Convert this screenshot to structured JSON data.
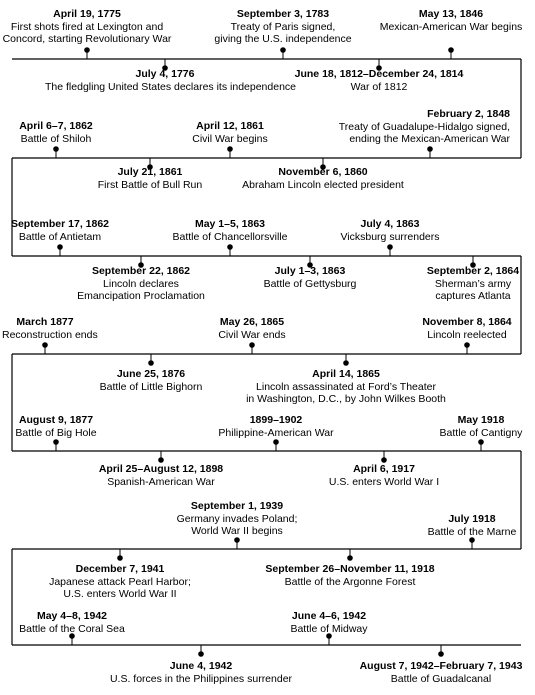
{
  "rows": [
    {
      "events": [
        {
          "date": "April 19, 1775",
          "lines": [
            "First shots fired at Lexington and",
            "Concord, starting Revolutionary War"
          ]
        },
        {
          "date": "September 3, 1783",
          "lines": [
            "Treaty of Paris signed,",
            "giving the U.S. independence"
          ]
        },
        {
          "date": "May 13, 1846",
          "lines": [
            "Mexican-American War begins"
          ]
        },
        {
          "date": "July 4, 1776",
          "lines": [
            "The fledgling United States declares its independence"
          ]
        },
        {
          "date": "June 18, 1812–December 24, 1814",
          "lines": [
            "War of 1812"
          ]
        }
      ]
    },
    {
      "events": [
        {
          "date": "April 6–7, 1862",
          "lines": [
            "Battle of Shiloh"
          ]
        },
        {
          "date": "April 12, 1861",
          "lines": [
            "Civil War begins"
          ]
        },
        {
          "date": "February 2, 1848",
          "lines": [
            "Treaty of Guadalupe-Hidalgo signed,",
            "ending the Mexican-American War"
          ]
        },
        {
          "date": "July 21, 1861",
          "lines": [
            "First Battle of Bull Run"
          ]
        },
        {
          "date": "November 6, 1860",
          "lines": [
            "Abraham Lincoln elected president"
          ]
        }
      ]
    },
    {
      "events": [
        {
          "date": "September 17, 1862",
          "lines": [
            "Battle of Antietam"
          ]
        },
        {
          "date": "May 1–5, 1863",
          "lines": [
            "Battle of Chancellorsville"
          ]
        },
        {
          "date": "July 4, 1863",
          "lines": [
            "Vicksburg surrenders"
          ]
        },
        {
          "date": "September 22, 1862",
          "lines": [
            "Lincoln declares",
            "Emancipation Proclamation"
          ]
        },
        {
          "date": "July 1–3, 1863",
          "lines": [
            "Battle of Gettysburg"
          ]
        },
        {
          "date": "September 2, 1864",
          "lines": [
            "Sherman’s army",
            "captures Atlanta"
          ]
        }
      ]
    },
    {
      "events": [
        {
          "date": "March 1877",
          "lines": [
            "Reconstruction ends"
          ]
        },
        {
          "date": "May 26, 1865",
          "lines": [
            "Civil War ends"
          ]
        },
        {
          "date": "November 8, 1864",
          "lines": [
            "Lincoln reelected"
          ]
        },
        {
          "date": "June 25, 1876",
          "lines": [
            "Battle of Little Bighorn"
          ]
        },
        {
          "date": "April 14, 1865",
          "lines": [
            "Lincoln assassinated at Ford’s Theater",
            "in Washington, D.C., by John Wilkes Booth"
          ]
        }
      ]
    },
    {
      "events": [
        {
          "date": "August 9, 1877",
          "lines": [
            "Battle of Big Hole"
          ]
        },
        {
          "date": "1899–1902",
          "lines": [
            "Philippine-American War"
          ]
        },
        {
          "date": "May 1918",
          "lines": [
            "Battle of Cantigny"
          ]
        },
        {
          "date": "April 25–August 12, 1898",
          "lines": [
            "Spanish-American War"
          ]
        },
        {
          "date": "April 6, 1917",
          "lines": [
            "U.S. enters World War I"
          ]
        }
      ]
    },
    {
      "events": [
        {
          "date": "September 1, 1939",
          "lines": [
            "Germany invades Poland;",
            "World War II begins"
          ]
        },
        {
          "date": "July 1918",
          "lines": [
            "Battle of the Marne"
          ]
        },
        {
          "date": "December 7, 1941",
          "lines": [
            "Japanese attack Pearl Harbor;",
            "U.S. enters World War II"
          ]
        },
        {
          "date": "September 26–November 11, 1918",
          "lines": [
            "Battle of the Argonne Forest"
          ]
        }
      ]
    },
    {
      "events": [
        {
          "date": "May 4–8, 1942",
          "lines": [
            "Battle of the Coral Sea"
          ]
        },
        {
          "date": "June 4–6, 1942",
          "lines": [
            "Battle of Midway"
          ]
        },
        {
          "date": "June 4, 1942",
          "lines": [
            "U.S. forces in the Philippines surrender"
          ]
        },
        {
          "date": "August 7, 1942–February 7, 1943",
          "lines": [
            "Battle of Guadalcanal"
          ]
        }
      ]
    }
  ]
}
